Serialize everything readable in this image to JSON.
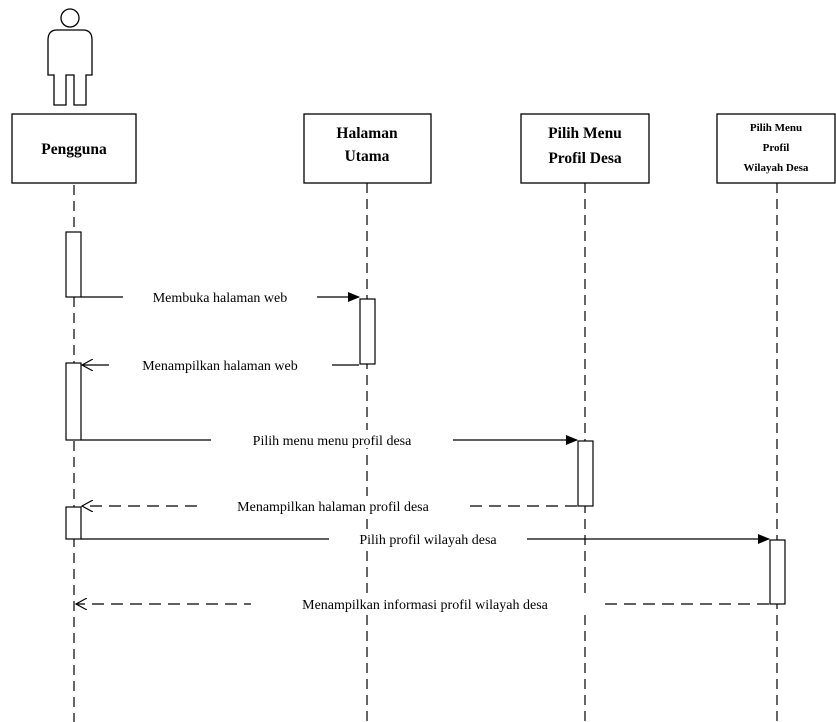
{
  "diagram": {
    "type": "sequence",
    "participants": [
      {
        "id": "pengguna",
        "kind": "actor",
        "lines": [
          "Pengguna"
        ]
      },
      {
        "id": "halaman_utama",
        "kind": "object",
        "lines": [
          "Halaman",
          "Utama"
        ]
      },
      {
        "id": "menu_profil_desa",
        "kind": "object",
        "lines": [
          "Pilih Menu",
          "Profil Desa"
        ]
      },
      {
        "id": "menu_profil_wilayah",
        "kind": "object",
        "lines": [
          "Pilih Menu",
          "Profil",
          "Wilayah Desa"
        ]
      }
    ],
    "messages": [
      {
        "from": "pengguna",
        "to": "halaman_utama",
        "label": "Membuka halaman web",
        "style": "solid"
      },
      {
        "from": "halaman_utama",
        "to": "pengguna",
        "label": "Menampilkan halaman web",
        "style": "return"
      },
      {
        "from": "pengguna",
        "to": "menu_profil_desa",
        "label": "Pilih menu menu profil desa",
        "style": "solid"
      },
      {
        "from": "menu_profil_desa",
        "to": "pengguna",
        "label": "Menampilkan halaman profil desa",
        "style": "return"
      },
      {
        "from": "pengguna",
        "to": "menu_profil_wilayah",
        "label": "Pilih profil wilayah desa",
        "style": "solid"
      },
      {
        "from": "menu_profil_wilayah",
        "to": "pengguna",
        "label": "Menampilkan informasi profil wilayah desa",
        "style": "return"
      }
    ]
  }
}
